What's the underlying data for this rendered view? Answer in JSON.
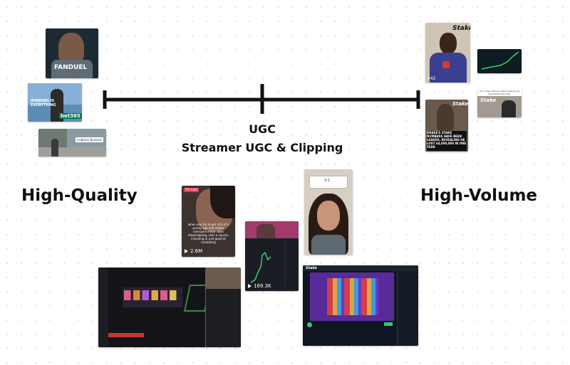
{
  "spectrum": {
    "left_label": "High-Quality",
    "right_label": "High-Volume",
    "center_title": "UGC",
    "center_subtitle": "Streamer UGC & Clipping"
  },
  "thumbnails": {
    "fanduel": {
      "brand": "FANDUEL"
    },
    "bet365": {
      "caption": "WINNING IS EVERYTHING",
      "brand": "bet365"
    },
    "street": {
      "sign": "Leighton Buzzard"
    },
    "stake_man": {
      "brand": "Stake",
      "stat": "442"
    },
    "stake_chart": {},
    "stake_suit": {
      "brand": "Stake",
      "caption": "It's cringe until you start booking big paychecks every day"
    },
    "stake_drake": {
      "brand": "Stake",
      "headline": "DRAKE'S STAKE NUMBERS HAVE BEEN LEAKED, REVEALING HE LOST $4,000,000 IN ONE YEAR"
    },
    "tiktok_woman": {
      "badge": "Pinned",
      "caption": "when you try to get rich at a young age and realize everyone either does dropshipping, sells a course, investing or just good at marketing",
      "views": "2.6M"
    },
    "tiktok_chart": {
      "views": "169.3K"
    },
    "tiktok_selfie": {
      "score": "3-1"
    },
    "stream_left": {},
    "stream_right": {
      "brand": "Stake"
    }
  }
}
